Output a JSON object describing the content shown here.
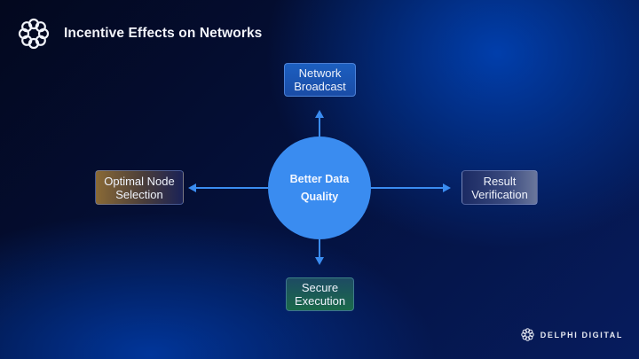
{
  "header": {
    "logo_icon": "interlocking-ring-logo-icon",
    "title": "Incentive Effects on Networks"
  },
  "diagram": {
    "center": {
      "label": "Better Data\nQuality",
      "color": "#3a8cf0"
    },
    "nodes": {
      "top": {
        "label": "Network\nBroadcast",
        "color": "#1c5fc0"
      },
      "left": {
        "label": "Optimal Node\nSelection",
        "color": "#8a6a36"
      },
      "right": {
        "label": "Result\nVerification",
        "color": "#6b779c"
      },
      "bottom": {
        "label": "Secure\nExecution",
        "color": "#1b6a4a"
      }
    },
    "edges": [
      {
        "from": "center",
        "to": "top"
      },
      {
        "from": "center",
        "to": "left"
      },
      {
        "from": "center",
        "to": "right"
      },
      {
        "from": "center",
        "to": "bottom"
      }
    ],
    "arrow_color": "#3a8cf0"
  },
  "footer": {
    "brand_icon": "delphi-ring-logo-icon",
    "brand_name": "DELPHI DIGITAL"
  }
}
